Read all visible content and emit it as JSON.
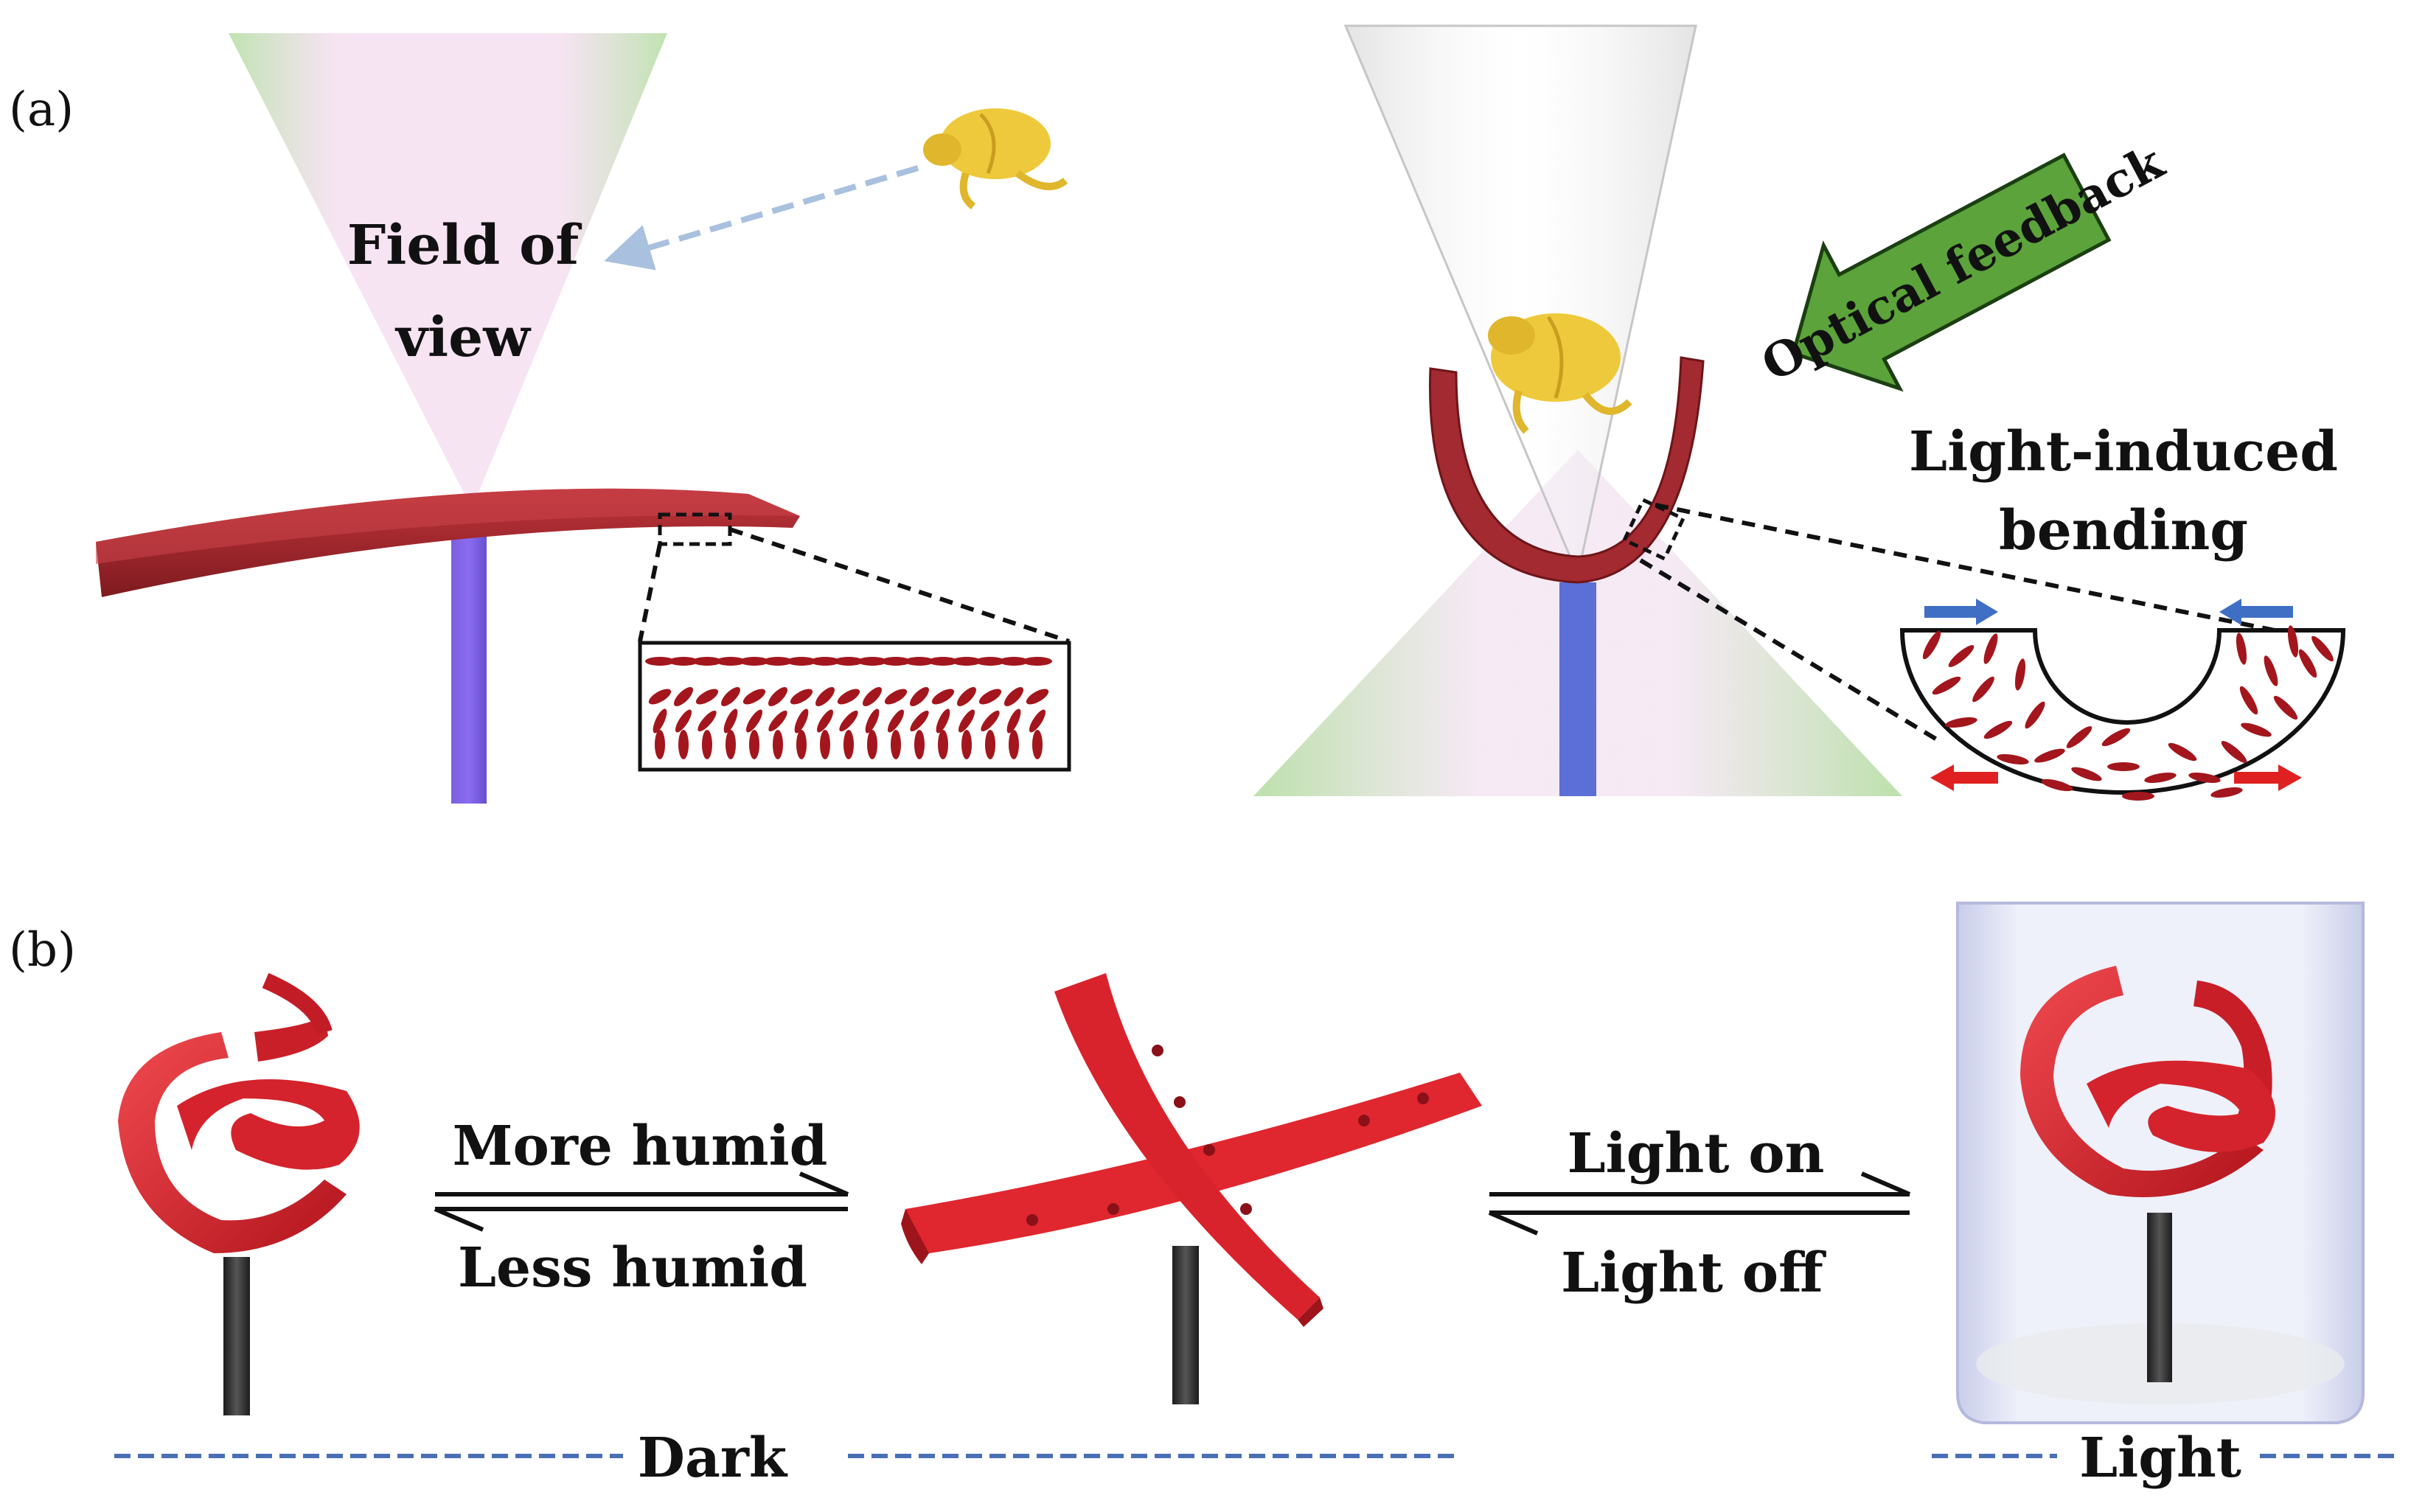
{
  "panels": {
    "a": "(a)",
    "b": "(b)"
  },
  "panel_a": {
    "field_of_view_line1": "Field of",
    "field_of_view_line2": "view",
    "optical_feedback": "Optical feedback",
    "light_induced_line1": "Light-induced",
    "light_induced_line2": "bending"
  },
  "panel_b": {
    "more_humid": "More humid",
    "less_humid": "Less humid",
    "light_on": "Light on",
    "light_off": "Light off",
    "dark": "Dark",
    "light": "Light"
  },
  "colors": {
    "strip_red": "#a5262c",
    "actuator_red": "#e02631",
    "fiber_blue": "#5b6fd6",
    "arrow_green": "#5ba33a",
    "beetle_gold": "#e9c43a",
    "dash_blue": "#4a6fb5",
    "arrow_blue": "#3f6fc4",
    "arrow_red": "#e02020"
  }
}
